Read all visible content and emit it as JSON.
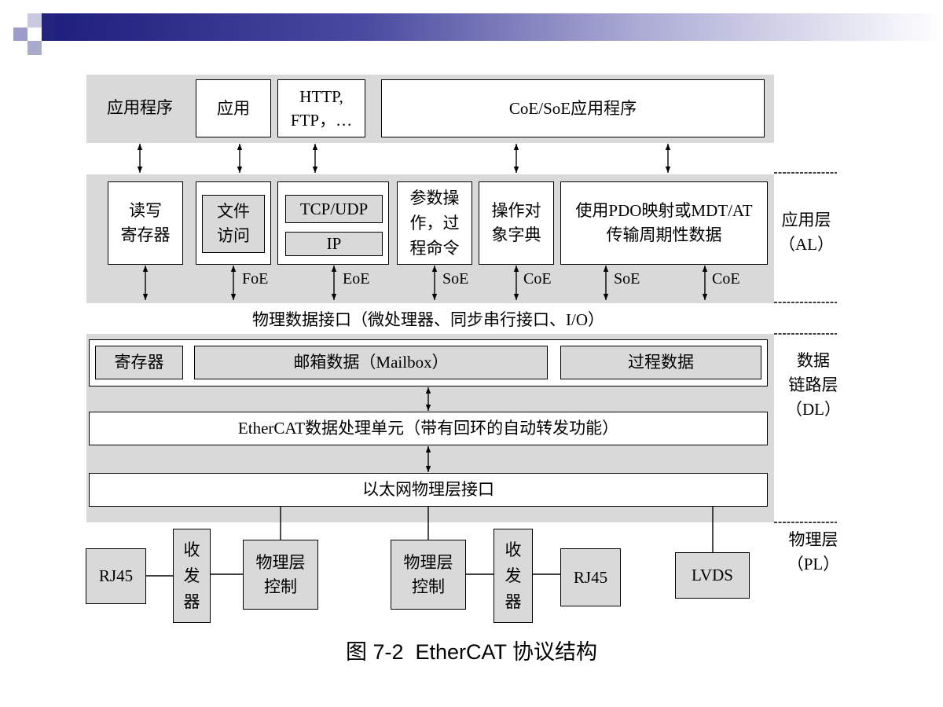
{
  "colors": {
    "band": "#d9d9d9",
    "box_fill": "#d9d9d9",
    "header_dark": "#1f1f7d"
  },
  "application": {
    "label": "应用程序",
    "app_box": "应用",
    "http_ftp": [
      "HTTP,",
      "FTP，…"
    ],
    "coe_soe_app": "CoE/SoE应用程序"
  },
  "application_layer": {
    "read_write_register": [
      "读写",
      "寄存器"
    ],
    "file_access": [
      "文件",
      "访问"
    ],
    "tcp_udp": "TCP/UDP",
    "ip": "IP",
    "parameter_process": [
      "参数操",
      "作，过",
      "程命令"
    ],
    "object_dictionary": [
      "操作对",
      "象字典"
    ],
    "cyclic_data": [
      "使用PDO映射或MDT/AT",
      "传输周期性数据"
    ],
    "protocol_labels": {
      "foe": "FoE",
      "eoe": "EoE",
      "soe_left": "SoE",
      "coe_left": "CoE",
      "soe_right": "SoE",
      "coe_right": "CoE"
    }
  },
  "physical_data_interface": "物理数据接口（微处理器、同步串行接口、I/O）",
  "data_link_layer": {
    "register": "寄存器",
    "mailbox": "邮箱数据（Mailbox）",
    "process_data": "过程数据",
    "processing_unit": "EtherCAT数据处理单元（带有回环的自动转发功能）",
    "ethernet_phy_interface": "以太网物理层接口"
  },
  "physical_layer": {
    "rj45_left": "RJ45",
    "transceiver_left": [
      "收",
      "发",
      "器"
    ],
    "phy_control_left": [
      "物理层",
      "控制"
    ],
    "phy_control_right": [
      "物理层",
      "控制"
    ],
    "transceiver_right": [
      "收",
      "发",
      "器"
    ],
    "rj45_right": "RJ45",
    "lvds": "LVDS"
  },
  "layer_labels": {
    "al": [
      "应用层",
      "（AL）"
    ],
    "dl": [
      "数据",
      "链路层",
      "（DL）"
    ],
    "pl": [
      "物理层",
      "（PL）"
    ]
  },
  "caption": "图 7-2  EtherCAT 协议结构"
}
